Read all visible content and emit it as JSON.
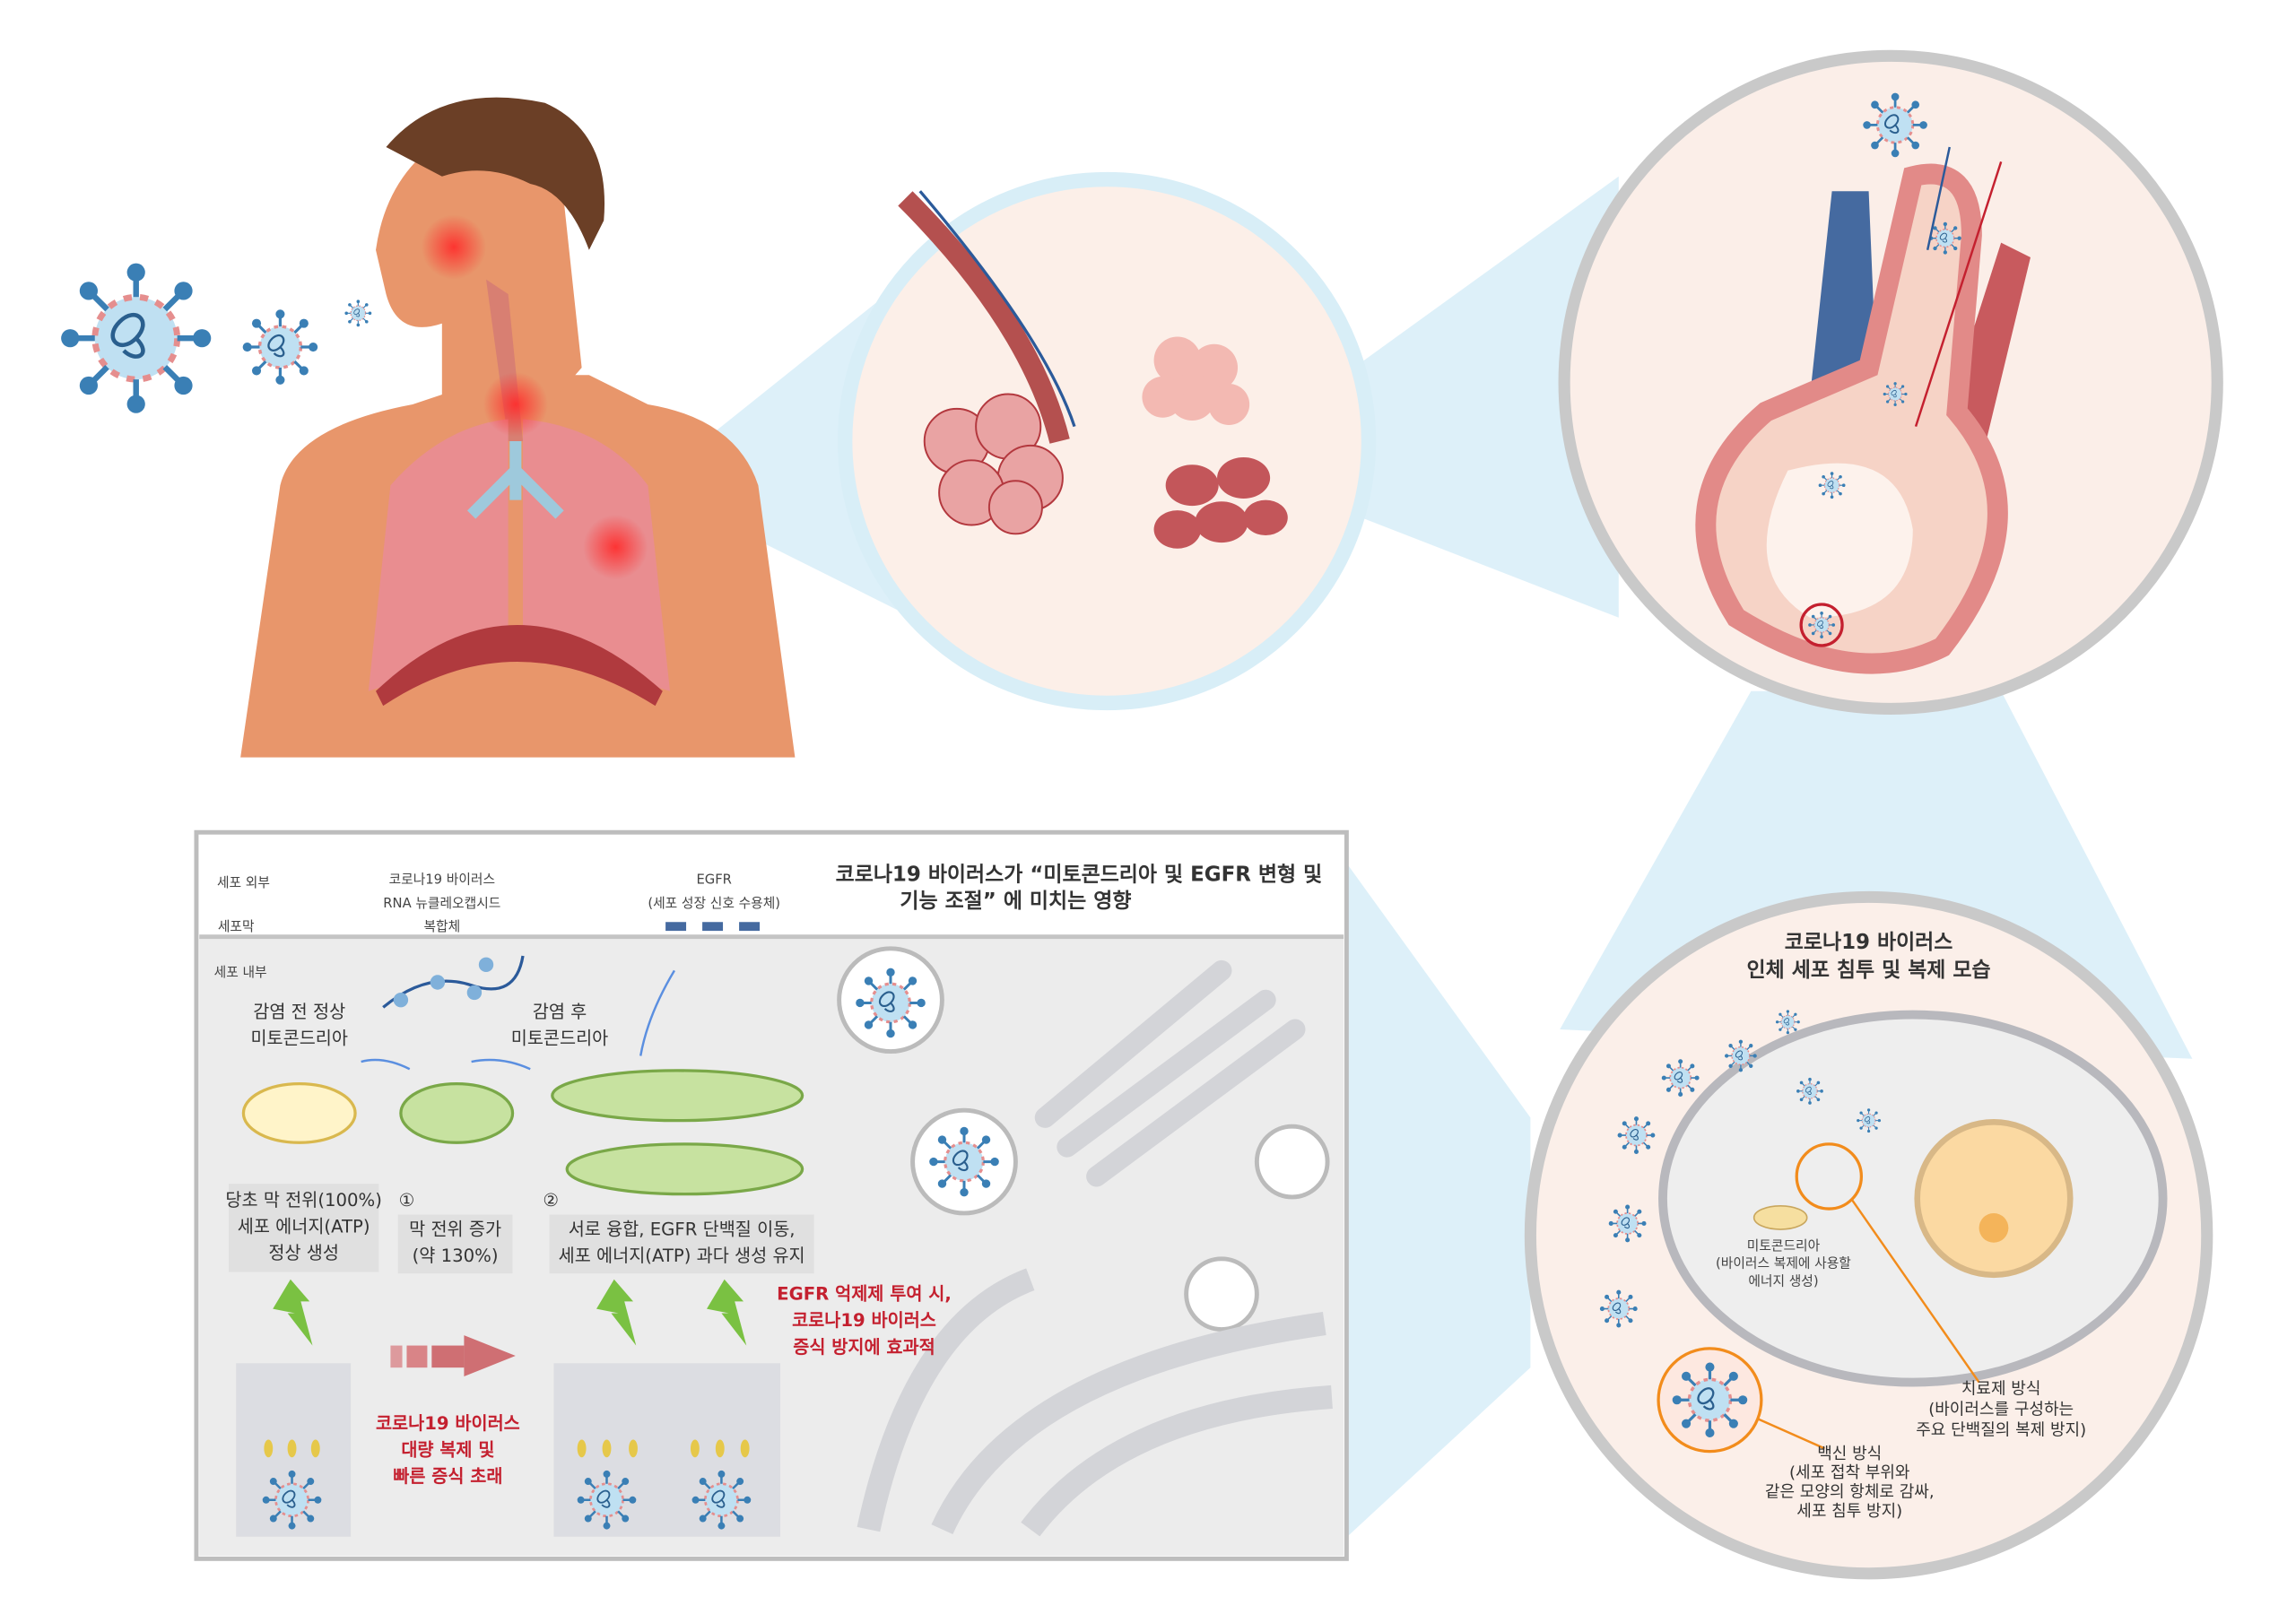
{
  "colors": {
    "accent_red": "#c4202f",
    "virus_blue": "#3a7fb5",
    "tissue_pink": "#f0b7b0",
    "panel_gray": "#e6e7e9",
    "energy_green": "#7ac142",
    "halo_blue": "#cfeaf6"
  },
  "panel": {
    "zone_labels": {
      "outside": "세포 외부",
      "membrane": "세포막",
      "inside": "세포 내부"
    },
    "rna_label": [
      "코로나19 바이러스",
      "RNA 뉴클레오캡시드",
      "복합체"
    ],
    "egfr_label": [
      "EGFR",
      "(세포 성장 신호 수용체)"
    ],
    "title": [
      "코로나19 바이러스가  “미토콘드리아 및 EGFR 변형 및",
      "기능 조절”  에 미치는 영향"
    ],
    "before_label": [
      "감염 전 정상",
      "미토콘드리아"
    ],
    "after_label": [
      "감염 후",
      "미토콘드리아"
    ],
    "box1": [
      "당초 막 전위(100%)",
      "세포 에너지(ATP)",
      "정상 생성"
    ],
    "step1": "①",
    "box2": [
      "막 전위 증가",
      "(약 130%)"
    ],
    "step2": "②",
    "box3": [
      "서로 융합, EGFR 단백질 이동,",
      "세포 에너지(ATP) 과다 생성 유지"
    ],
    "inhibitor_note": [
      "EGFR 억제제 투여 시,",
      "코로나19 바이러스",
      "증식 방지에 효과적"
    ],
    "replication_note": [
      "코로나19 바이러스",
      "대량 복제 및",
      "빠른 증식 초래"
    ]
  },
  "cell_circle": {
    "title": [
      "코로나19 바이러스",
      "인체 세포 침투 및 복제 모습"
    ],
    "mito_label": [
      "미토콘드리아",
      "(바이러스 복제에 사용할",
      "에너지 생성)"
    ],
    "therapy_label": [
      "치료제 방식",
      "(바이러스를 구성하는",
      "주요 단백질의 복제 방지)"
    ],
    "vaccine_label": [
      "백신 방식",
      "(세포 접착 부위와",
      "같은 모양의 항체로 감싸,",
      "세포 침투 방지)"
    ]
  }
}
